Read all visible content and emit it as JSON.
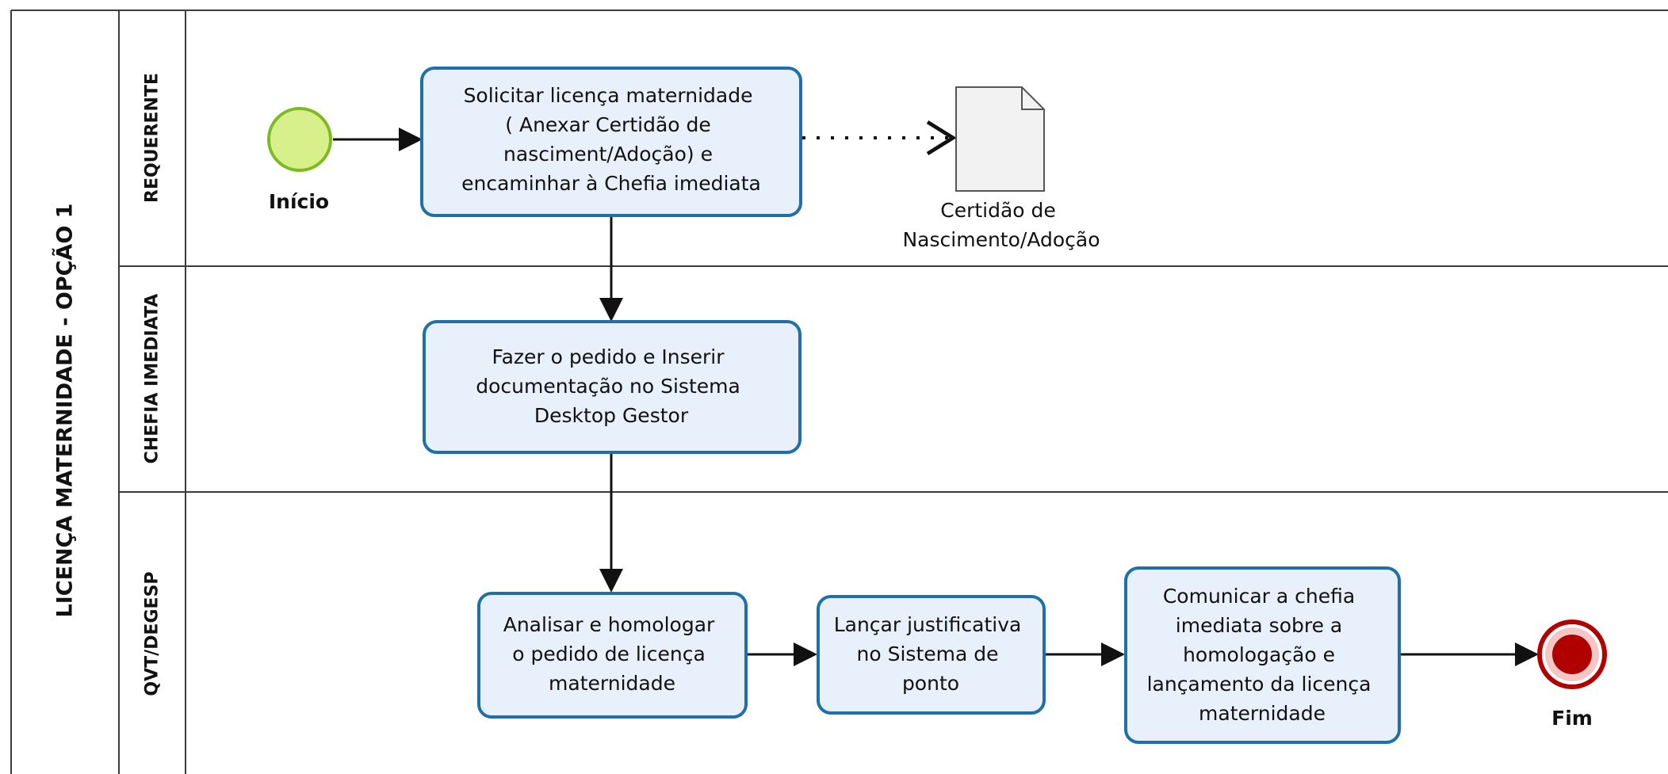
{
  "pool": {
    "title": "LICENÇA MATERNIDADE - OPÇÃO 1"
  },
  "lanes": [
    {
      "label": "REQUERENTE"
    },
    {
      "label": "CHEFIA IMEDIATA"
    },
    {
      "label": "QVT/DEGESP"
    }
  ],
  "events": {
    "start": {
      "label": "Início",
      "color": "#d7f08c",
      "stroke": "#7dbb21"
    },
    "end": {
      "label": "Fim",
      "color": "#b00000",
      "stroke": "#b00000"
    }
  },
  "tasks": [
    {
      "id": "t1",
      "lines": [
        "Solicitar licença maternidade",
        "( Anexar Certidão de",
        "nasciment/Adoção) e",
        "encaminhar à Chefia imediata"
      ]
    },
    {
      "id": "t2",
      "lines": [
        "Fazer o pedido e Inserir",
        "documentação no Sistema",
        "Desktop Gestor"
      ]
    },
    {
      "id": "t3",
      "lines": [
        "Analisar e homologar",
        "o pedido de licença",
        "maternidade"
      ]
    },
    {
      "id": "t4",
      "lines": [
        "Lançar justificativa",
        "no Sistema de",
        "ponto"
      ]
    },
    {
      "id": "t5",
      "lines": [
        "Comunicar a chefia",
        "imediata sobre a",
        "homologação e",
        "lançamento da licença",
        "maternidade"
      ]
    }
  ],
  "data_object": {
    "lines": [
      "Certidão de",
      "Nascimento/Adoção"
    ]
  },
  "colors": {
    "task_fill": "#e8f0fc",
    "task_stroke": "#1f6fa8",
    "document_fill": "#f2f2f2"
  }
}
